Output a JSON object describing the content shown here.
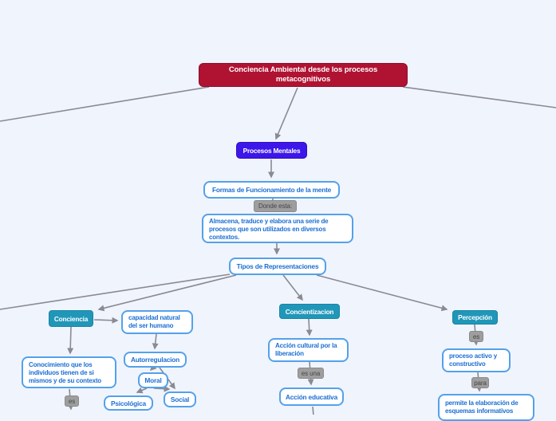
{
  "diagram": {
    "title": "Conciencia Ambiental desde los procesos\nmetacognitivos",
    "nodes": {
      "procesos_mentales": "Procesos Mentales",
      "formas": "Formas de Funcionamiento de la mente",
      "almacena": "Almacena, traduce y elabora una serie de\nprocesos que son utilizados en diversos\ncontextos.",
      "tipos": "Tipos de Representaciones",
      "conciencia": "Conciencia",
      "capacidad": "capacidad natural\ndel ser humano",
      "conocimiento": "Conocimiento que los\nindividuos tienen de si\nmismos y de su contexto",
      "autorregulacion": "Autorregulacion",
      "moral": "Moral",
      "psicologica": "Psicológica",
      "social": "Social",
      "concientizacion": "Concientizacion",
      "accion_cultural": "Acción cultural por la\nliberación",
      "accion_educativa": "Acción educativa",
      "percepcion": "Percepción",
      "proceso_activo": "proceso activo y\nconstructivo",
      "permite": "permite la elaboración de\nesquemas informativos"
    },
    "edge_labels": {
      "donde_esta": "Donde esta:",
      "es_left": "es",
      "es_una": "es una",
      "es_right": "es",
      "para": "para"
    },
    "edges": [
      {
        "from": "title",
        "to": "procesos_mentales"
      },
      {
        "from": "title",
        "to": "offscreen-left"
      },
      {
        "from": "title",
        "to": "offscreen-right"
      },
      {
        "from": "procesos_mentales",
        "to": "formas"
      },
      {
        "from": "formas",
        "to": "almacena",
        "label": "Donde esta:"
      },
      {
        "from": "almacena",
        "to": "tipos"
      },
      {
        "from": "tipos",
        "to": "conciencia"
      },
      {
        "from": "tipos",
        "to": "offscreen-left-lower"
      },
      {
        "from": "tipos",
        "to": "concientizacion"
      },
      {
        "from": "tipos",
        "to": "percepcion"
      },
      {
        "from": "conciencia",
        "to": "capacidad"
      },
      {
        "from": "conciencia",
        "to": "conocimiento"
      },
      {
        "from": "conocimiento",
        "to": "offscreen-bottom",
        "label": "es"
      },
      {
        "from": "capacidad",
        "to": "autorregulacion"
      },
      {
        "from": "autorregulacion",
        "to": "moral"
      },
      {
        "from": "autorregulacion",
        "to": "social"
      },
      {
        "from": "moral",
        "to": "psicologica"
      },
      {
        "from": "moral",
        "to": "social"
      },
      {
        "from": "concientizacion",
        "to": "accion_cultural"
      },
      {
        "from": "accion_cultural",
        "to": "accion_educativa",
        "label": "es una"
      },
      {
        "from": "accion_educativa",
        "to": "offscreen-bottom"
      },
      {
        "from": "percepcion",
        "to": "proceso_activo",
        "label": "es"
      },
      {
        "from": "proceso_activo",
        "to": "permite",
        "label": "para"
      }
    ],
    "colors": {
      "background": "#f0f4fd",
      "root_node": "#b01232",
      "indigo_node": "#3d17e9",
      "teal_node": "#2097b9",
      "blue_border": "#54a1eb",
      "blue_text": "#1c6fd4",
      "edge_label_gray": "#9e9e9e",
      "line_gray": "#8a8a92"
    }
  }
}
